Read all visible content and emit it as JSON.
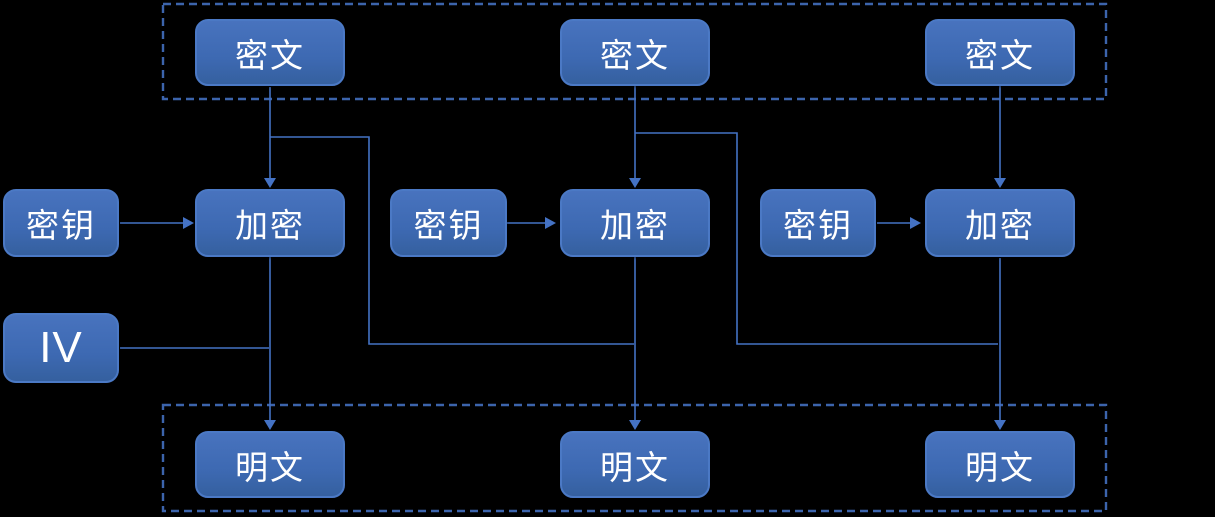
{
  "colors": {
    "background": "#000000",
    "box_fill": "#3D69B2",
    "box_fill_light": "#4873BE",
    "box_border": "#4B79C5",
    "connector": "#4472C4",
    "dashed_border": "#3C64AC",
    "text": "#FFFFFF"
  },
  "iv_label": "IV",
  "columns": [
    {
      "ciphertext": "密文",
      "key": "密钥",
      "encrypt": "加密",
      "plaintext": "明文"
    },
    {
      "ciphertext": "密文",
      "key": "密钥",
      "encrypt": "加密",
      "plaintext": "明文"
    },
    {
      "ciphertext": "密文",
      "key": "密钥",
      "encrypt": "加密",
      "plaintext": "明文"
    }
  ]
}
